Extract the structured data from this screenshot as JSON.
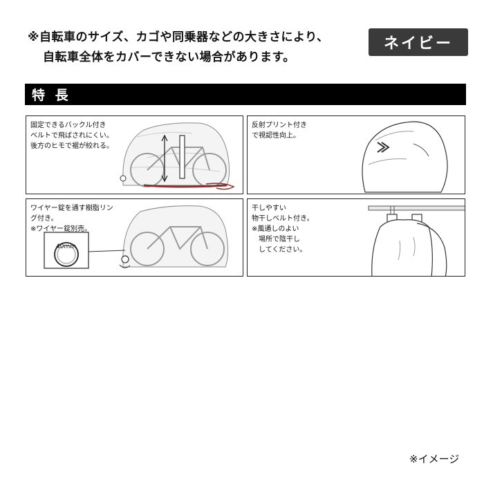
{
  "notice": {
    "line1": "※自転車のサイズ、カゴや同乗器などの大きさにより、",
    "line2": "自転車全体をカバーできない場合があります。"
  },
  "color_badge": "ネイビー",
  "features_title": "特 長",
  "features": [
    {
      "text": "固定できるバックル付き\nベルトで飛ばされにくい。\n後方のヒモで裾が絞れる。",
      "illustration": "bicycle-cover-buckle"
    },
    {
      "text": "反射プリント付き\nで視認性向上。",
      "illustration": "reflective-print"
    },
    {
      "text": "ワイヤー錠を通す樹脂リン\nグ付き。\n※ワイヤー錠別売。",
      "illustration": "resin-ring",
      "ring_label": "40mm"
    },
    {
      "text": "干しやすい\n物干しベルト付き。\n※風通しのよい\n　場所で陰干し\n　してください。",
      "illustration": "drying-belt"
    }
  ],
  "image_note": "※イメージ"
}
